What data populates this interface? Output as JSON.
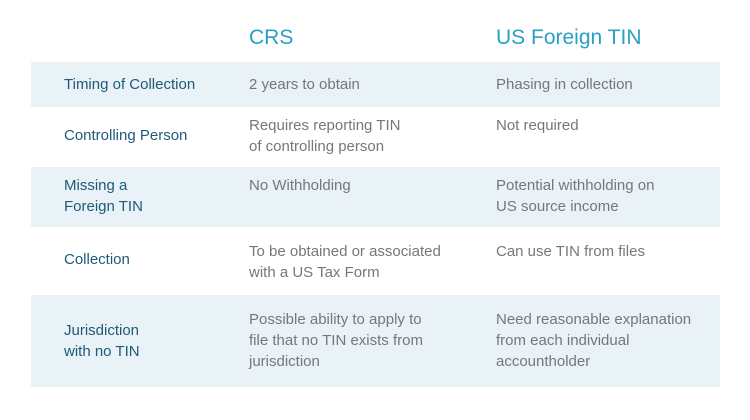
{
  "columns": {
    "crs": "CRS",
    "us": "US Foreign TIN"
  },
  "rows": [
    {
      "label": [
        "Timing of Collection"
      ],
      "crs": [
        "2 years to obtain"
      ],
      "us": [
        "Phasing in collection"
      ]
    },
    {
      "label": [
        "Controlling Person"
      ],
      "crs": [
        "Requires reporting TIN",
        "of controlling person"
      ],
      "us": [
        "Not required"
      ]
    },
    {
      "label": [
        "Missing a",
        "Foreign TIN"
      ],
      "crs": [
        "No Withholding"
      ],
      "us": [
        "Potential withholding on",
        "US source income"
      ]
    },
    {
      "label": [
        "Collection"
      ],
      "crs": [
        "To be obtained or associated",
        "with a US Tax Form"
      ],
      "us": [
        "Can use TIN from files"
      ]
    },
    {
      "label": [
        "Jurisdiction",
        "with no TIN"
      ],
      "crs": [
        "Possible ability to apply to",
        "file that no TIN exists from",
        "jurisdiction"
      ],
      "us": [
        "Need reasonable explanation",
        "from each individual",
        "accountholder"
      ]
    }
  ],
  "colors": {
    "header_text": "#2aa0c4",
    "label_text": "#1f5a78",
    "body_text": "#777777",
    "row_shade": "#e8f2f7"
  }
}
